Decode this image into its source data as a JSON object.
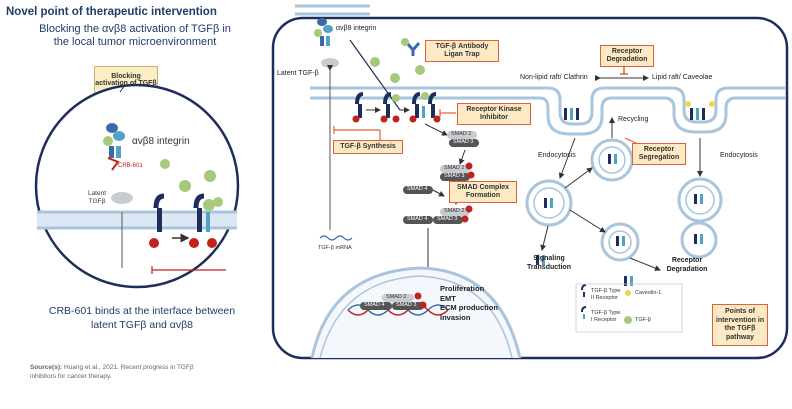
{
  "left": {
    "title": "Novel point of therapeutic intervention",
    "subtitle": "Blocking the αvβ8 activation of TGFβ in the local tumor microenvironment",
    "blocking_box": "Blocking activation of TGFβ",
    "integrin_label": "αvβ8 integrin",
    "crb_label": "CRB-601",
    "latent_label": "Latent TGFβ",
    "caption": "CRB-601 binds at the interface between latent TGFβ  and αvβ8",
    "source_label": "Source(s):",
    "source_text": "Huang et al., 2021. Recent progress in TGFβ inhibitors for cancer therapy."
  },
  "diagram": {
    "integrin_label": "αvβ8 integrin",
    "latent_label": "Latent TGF-β",
    "antibody_box": "TGF-β Antibody Ligan Trap",
    "degradation_box": "Receptor Degradation",
    "non_lipid_label": "Non-lipid raft/ Clathrin",
    "lipid_label": "Lipid raft/ Caveolae",
    "kinase_box": "Receptor Kinase Inhibitor",
    "synthesis_box": "TGF-β Synthesis",
    "smad2": "SMAD 2",
    "smad3": "SMAD 3",
    "smad4": "SMAD 4",
    "smad_complex_box": "SMAD Complex Formation",
    "mrna_label": "TGF-β mRNA",
    "recycling_label": "Recycling",
    "segregation_box": "Receptor Segregation",
    "endocytosis_left": "Endocytosis",
    "endocytosis_right": "Endocytosis",
    "signaling_label": "Signaling Transduction",
    "degradation_label": "Receptor Degradation",
    "nucleus_outcomes": [
      "Proliferation",
      "EMT",
      "ECM production",
      "Invasion"
    ],
    "legend": {
      "type2": "TGF-β Type II Receptor",
      "type1": "TGF-β Type I Receptor",
      "caveolin": "Caveolin-1",
      "tgfb": "TGF-β"
    },
    "points_box": "Points of intervention in the TGFβ pathway"
  },
  "colors": {
    "title_blue": "#1f3c6b",
    "cell_border": "#1e2e5c",
    "green": "#a6c97a",
    "red": "#c0221c",
    "orange": "#e0623a",
    "membrane": "#a9c4dd"
  }
}
